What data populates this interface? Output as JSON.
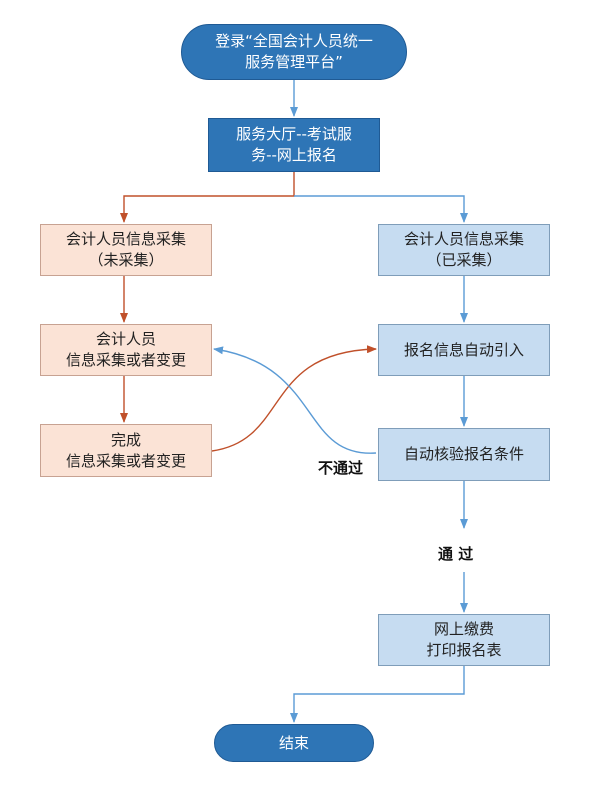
{
  "nodes": {
    "start": "登录“全国会计人员统一\n服务管理平台”",
    "hall": "服务大厅--考试服\n务--网上报名",
    "left_uncollected": "会计人员信息采集\n（未采集）",
    "right_collected": "会计人员信息采集\n（已采集）",
    "left_change": "会计人员\n信息采集或者变更",
    "right_import": "报名信息自动引入",
    "left_complete": "完成\n信息采集或者变更",
    "right_verify": "自动核验报名条件",
    "pay_print": "网上缴费\n打印报名表",
    "end": "结束"
  },
  "edge_labels": {
    "fail": "不通过",
    "pass": "通 过"
  },
  "colors": {
    "primary_blue": "#2e75b6",
    "peach_fill": "#fbe3d6",
    "light_blue_fill": "#c6dcf1",
    "orange_connector": "#c0502a",
    "blue_connector": "#5b9bd5"
  }
}
